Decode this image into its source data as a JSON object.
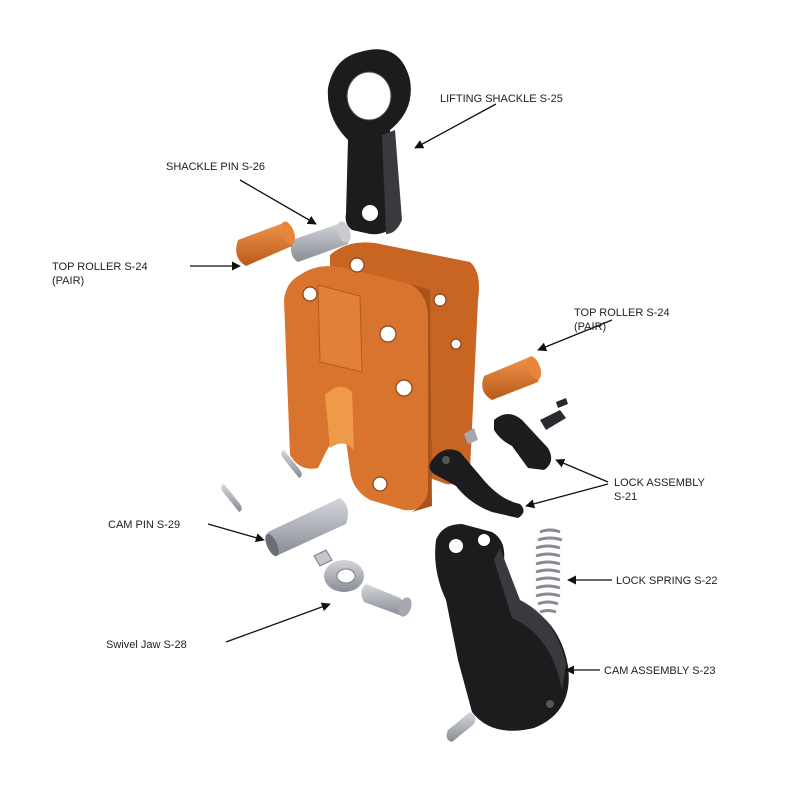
{
  "colors": {
    "body_orange": "#d9742f",
    "body_shadow": "#b45a1f",
    "black_part": "#1c1c1e",
    "steel": "#a6a8b0",
    "background": "#ffffff"
  },
  "labels": {
    "lifting_shackle": "LIFTING SHACKLE S-25",
    "shackle_pin": "SHACKLE PIN S-26",
    "top_roller_left_line1": "TOP ROLLER S-24",
    "top_roller_left_line2": "(PAIR)",
    "top_roller_right_line1": "TOP ROLLER S-24",
    "top_roller_right_line2": "(PAIR)",
    "lock_assembly_line1": "LOCK ASSEMBLY",
    "lock_assembly_line2": "S-21",
    "cam_pin": "CAM PIN S-29",
    "lock_spring": "LOCK SPRING S-22",
    "swivel_jaw": "Swivel Jaw S-28",
    "cam_assembly": "CAM ASSEMBLY S-23"
  }
}
